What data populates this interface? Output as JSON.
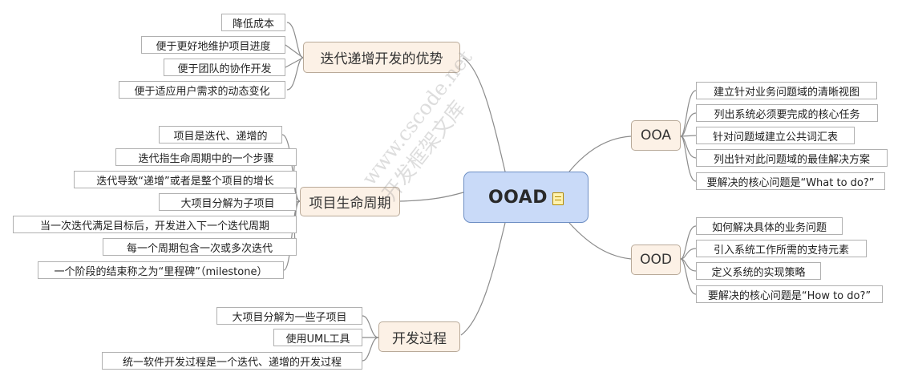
{
  "center": {
    "label": "OOAD",
    "icon": "note-icon"
  },
  "branches": {
    "iteration_advantages": {
      "label": "迭代递增开发的优势",
      "items": [
        "降低成本",
        "便于更好地维护项目进度",
        "便于团队的协作开发",
        "便于适应用户需求的动态变化"
      ]
    },
    "project_lifecycle": {
      "label": "项目生命周期",
      "items": [
        "项目是迭代、递增的",
        "迭代指生命周期中的一个步骤",
        "迭代导致“递增”或者是整个项目的增长",
        "大项目分解为子项目",
        "当一次迭代满足目标后，开发进入下一个迭代周期",
        "每一个周期包含一次或多次迭代",
        "一个阶段的结束称之为“里程碑”（milestone）"
      ]
    },
    "dev_process": {
      "label": "开发过程",
      "items": [
        "大项目分解为一些子项目",
        "使用UML工具",
        "统一软件开发过程是一个迭代、递增的开发过程"
      ]
    },
    "ooa": {
      "label": "OOA",
      "items": [
        "建立针对业务问题域的清晰视图",
        "列出系统必须要完成的核心任务",
        "针对问题域建立公共词汇表",
        "列出针对此问题域的最佳解决方案",
        "要解决的核心问题是“What to do?”"
      ]
    },
    "ood": {
      "label": "OOD",
      "items": [
        "如何解决具体的业务问题",
        "引入系统工作所需的支持元素",
        "定义系统的实现策略",
        "要解决的核心问题是“How to do?”"
      ]
    }
  },
  "watermark": {
    "line1": "www.cscode.net",
    "line2": "开发框架文库"
  },
  "colors": {
    "center_fill": "#c9daf8",
    "branch_fill": "#fcf1e6",
    "connector": "#8c8c8c"
  }
}
